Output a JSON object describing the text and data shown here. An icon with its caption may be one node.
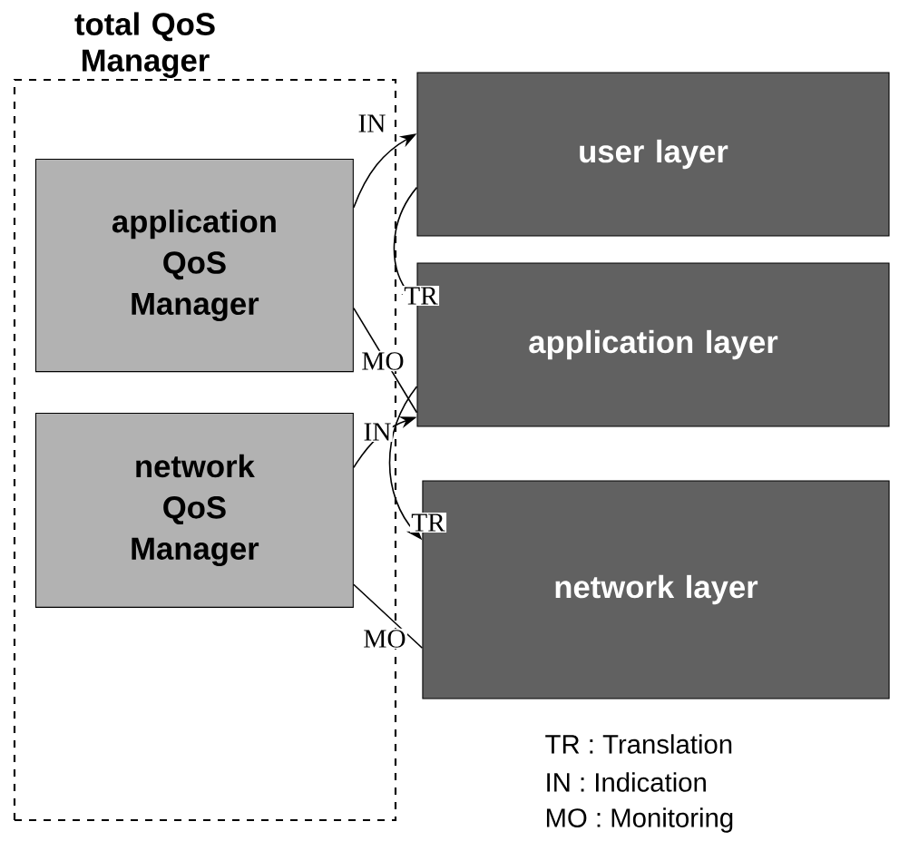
{
  "diagram": {
    "nodes": [
      {
        "text": [
          "total QoS Manager"
        ]
      },
      {
        "text": [
          "application QoS Manager"
        ],
        "in": 0
      },
      {
        "text": [
          "network QoS Manager"
        ],
        "in": 0
      },
      {
        "text": [
          "user layer"
        ]
      },
      {
        "text": [
          "application layer"
        ]
      },
      {
        "text": [
          "network layer"
        ]
      }
    ],
    "edges": [
      {
        "from": 1,
        "to": 3,
        "arrow": "to",
        "label": "IN"
      },
      {
        "from": 3,
        "to": 4,
        "arrow": "to",
        "label": "TR"
      },
      {
        "from": 4,
        "to": 1,
        "arrow": "none",
        "label": "MO"
      },
      {
        "from": 2,
        "to": 4,
        "arrow": "to",
        "label": "IN"
      },
      {
        "from": 4,
        "to": 5,
        "arrow": "to",
        "label": "TR"
      },
      {
        "from": 5,
        "to": 2,
        "arrow": "none",
        "label": "MO"
      }
    ],
    "labels": [
      "TR  : Translation",
      "IN   : Indication",
      "MO : Monitoring"
    ]
  }
}
